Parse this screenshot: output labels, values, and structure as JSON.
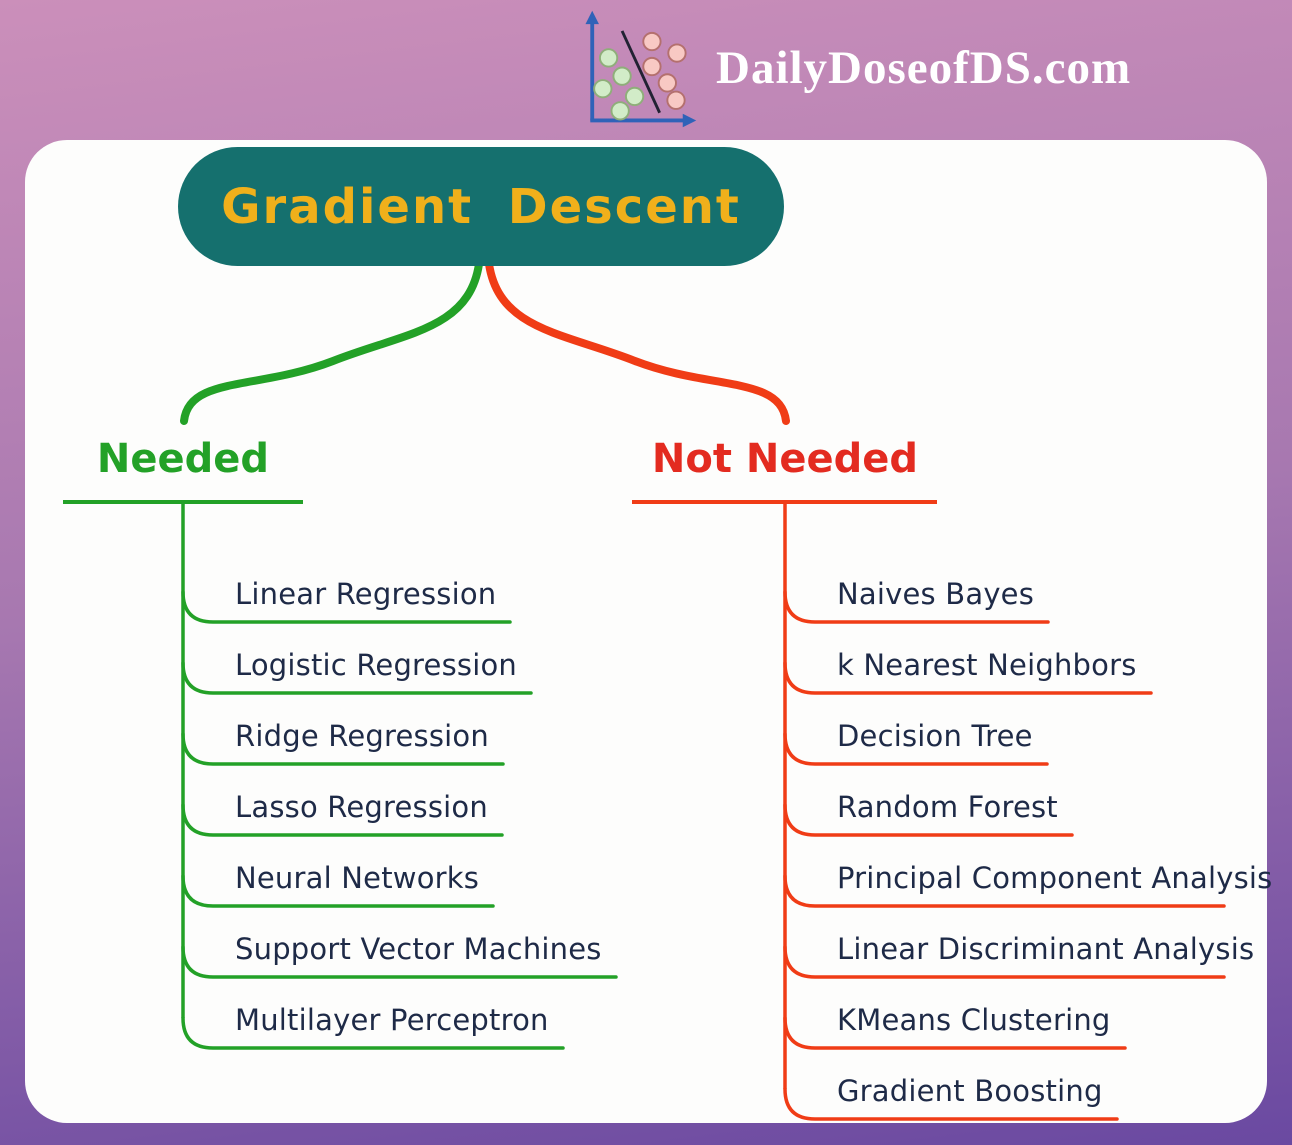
{
  "header": {
    "site_name": "DailyDoseofDS.com",
    "logo": "scatter-plot-icon"
  },
  "root_node": {
    "label": "Gradient Descent"
  },
  "branches": [
    {
      "id": "needed",
      "label": "Needed",
      "items": [
        "Linear Regression",
        "Logistic Regression",
        "Ridge Regression",
        "Lasso Regression",
        "Neural Networks",
        "Support Vector Machines",
        "Multilayer Perceptron"
      ]
    },
    {
      "id": "not-needed",
      "label": "Not Needed",
      "items": [
        "Naives Bayes",
        "k Nearest Neighbors",
        "Decision Tree",
        "Random Forest",
        "Principal Component Analysis",
        "Linear Discriminant Analysis",
        "KMeans Clustering",
        "Gradient Boosting"
      ]
    }
  ],
  "colors": {
    "background_top": "#cb8fba",
    "background_mid": "#a778b0",
    "background_bottom": "#6a49a1",
    "card": "#fdfdfc",
    "node_fill": "#15706e",
    "node_text": "#f0b01b",
    "needed": "#23a127",
    "not_needed": "#f03c16",
    "not_needed_label": "#e32b20",
    "item_text": "#1e2a47",
    "site_text": "#ffffff"
  }
}
